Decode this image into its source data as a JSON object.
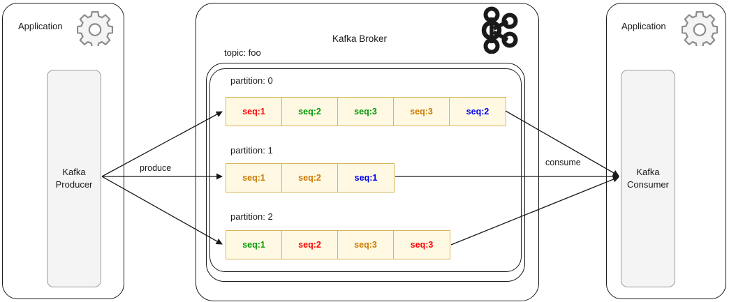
{
  "diagram": {
    "title": "Kafka produce/consume partition sequence diagram",
    "left_app": {
      "label": "Application",
      "icon": "gear-icon",
      "actor": "Kafka\nProducer",
      "actor_line1": "Kafka",
      "actor_line2": "Producer"
    },
    "right_app": {
      "label": "Application",
      "icon": "gear-icon",
      "actor_line1": "Kafka",
      "actor_line2": "Consumer"
    },
    "broker": {
      "label": "Kafka Broker",
      "icon": "kafka-logo-icon",
      "topic_label": "topic: foo"
    },
    "edges": {
      "produce": "produce",
      "consume": "consume"
    },
    "partitions": [
      {
        "label": "partition: 0",
        "cells": [
          {
            "text": "seq:1",
            "color": "#ff0000"
          },
          {
            "text": "seq:2",
            "color": "#009900"
          },
          {
            "text": "seq:3",
            "color": "#009900"
          },
          {
            "text": "seq:3",
            "color": "#cc7a00"
          },
          {
            "text": "seq:2",
            "color": "#0000ee"
          }
        ]
      },
      {
        "label": "partition: 1",
        "cells": [
          {
            "text": "seq:1",
            "color": "#cc7a00"
          },
          {
            "text": "seq:2",
            "color": "#cc7a00"
          },
          {
            "text": "seq:1",
            "color": "#0000ee"
          }
        ]
      },
      {
        "label": "partition: 2",
        "cells": [
          {
            "text": "seq:1",
            "color": "#009900"
          },
          {
            "text": "seq:2",
            "color": "#ff0000"
          },
          {
            "text": "seq:3",
            "color": "#cc7a00"
          },
          {
            "text": "seq:3",
            "color": "#ff0000"
          }
        ]
      }
    ],
    "colors": {
      "cell_fill": "#fff9e3",
      "cell_border": "#d6b656",
      "pill_fill": "#f4f4f4",
      "pill_border": "#9a9a9a",
      "outline": "#1a1a1a",
      "canvas": "#ffffff"
    }
  }
}
